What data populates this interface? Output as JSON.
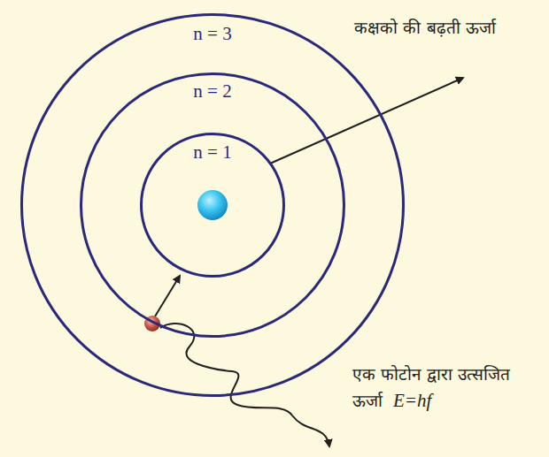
{
  "diagram": {
    "nodes": [
      {
        "text": [
          "n = 3"
        ]
      },
      {
        "text": [
          "n = 2"
        ],
        "in": 0
      },
      {
        "text": [
          "n = 1"
        ],
        "in": 1
      }
    ],
    "labels": [
      "कक्षको की बढ़ती ऊर्जा",
      "एक फोटोन द्वारा उत्सजित ऊर्जा",
      "E=hf"
    ]
  }
}
